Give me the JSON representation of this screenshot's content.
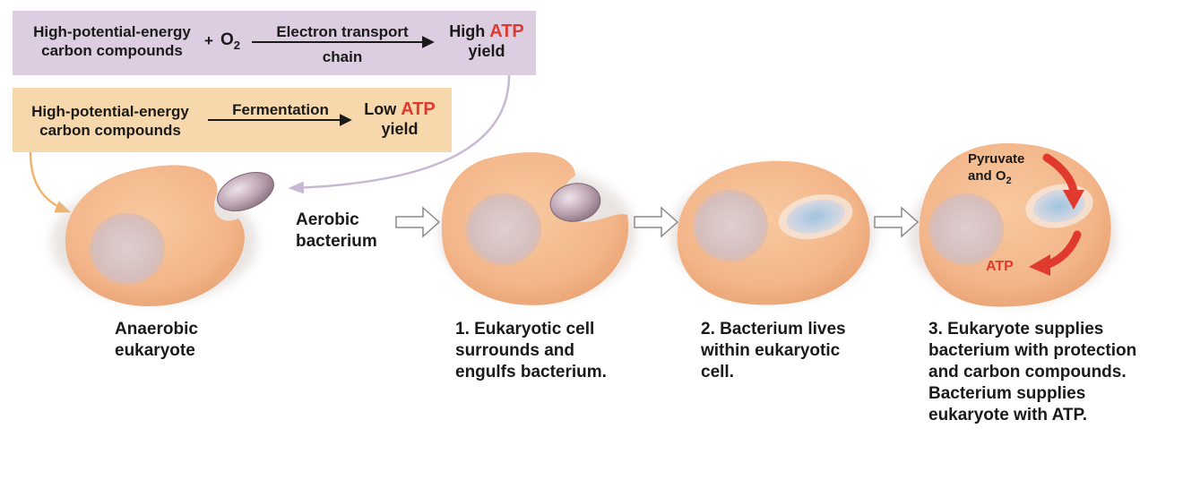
{
  "aerobic_box": {
    "reactant": "High-potential-energy carbon compounds",
    "reactant_line1": "High-potential-energy",
    "reactant_line2": "carbon compounds",
    "plus": "+",
    "oxygen_base": "O",
    "oxygen_sub": "2",
    "process_line1": "Electron transport",
    "process_line2": "chain",
    "result_prefix": "High",
    "result_atp": "ATP",
    "result_line2": "yield"
  },
  "anaerobic_box": {
    "reactant_line1": "High-potential-energy",
    "reactant_line2": "carbon compounds",
    "process": "Fermentation",
    "result_prefix": "Low",
    "result_atp": "ATP",
    "result_line2": "yield"
  },
  "labels": {
    "aerobic_line1": "Aerobic",
    "aerobic_line2": "bacterium",
    "anaerobic_line1": "Anaerobic",
    "anaerobic_line2": "eukaryote",
    "pyruvate_line1": "Pyruvate",
    "pyruvate_line2_base": "and O",
    "pyruvate_sub": "2",
    "atp_out": "ATP"
  },
  "steps": [
    {
      "line1": "1. Eukaryotic cell",
      "line2": "surrounds and",
      "line3": "engulfs bacterium."
    },
    {
      "line1": "2. Bacterium lives",
      "line2": "within eukaryotic",
      "line3": "cell."
    },
    {
      "line1": "3. Eukaryote supplies",
      "line2": "bacterium with protection",
      "line3": "and carbon compounds.",
      "line4": "Bacterium supplies",
      "line5": "eukaryote with ATP."
    }
  ],
  "colors": {
    "aerobic_box_bg": "#dccde1",
    "anaerobic_box_bg": "#f7d8ac",
    "cell_fill": "#f3b98c",
    "nucleus_fill": "#d9c6c8",
    "bacterium_fill": "#b9a0ae",
    "atp_red": "#e03a2f"
  }
}
